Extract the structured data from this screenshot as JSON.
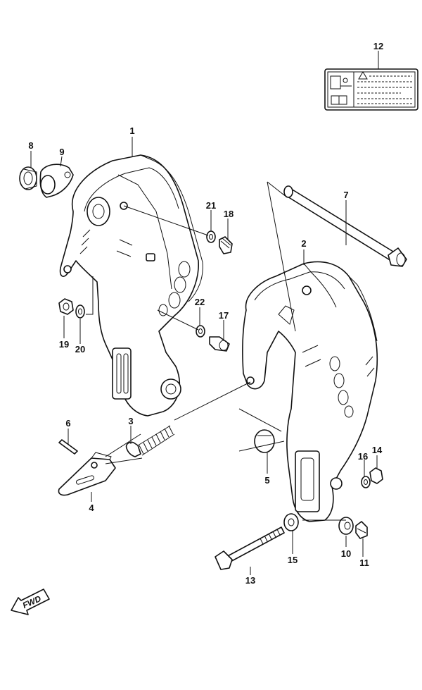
{
  "callouts": {
    "c1": "1",
    "c2": "2",
    "c3": "3",
    "c4": "4",
    "c5": "5",
    "c6": "6",
    "c7": "7",
    "c8": "8",
    "c9": "9",
    "c10": "10",
    "c11": "11",
    "c12": "12",
    "c13": "13",
    "c14": "14",
    "c15": "15",
    "c16": "16",
    "c17": "17",
    "c18": "18",
    "c19": "19",
    "c20": "20",
    "c21": "21",
    "c22": "22"
  },
  "direction_marker": {
    "label": "FWD"
  }
}
